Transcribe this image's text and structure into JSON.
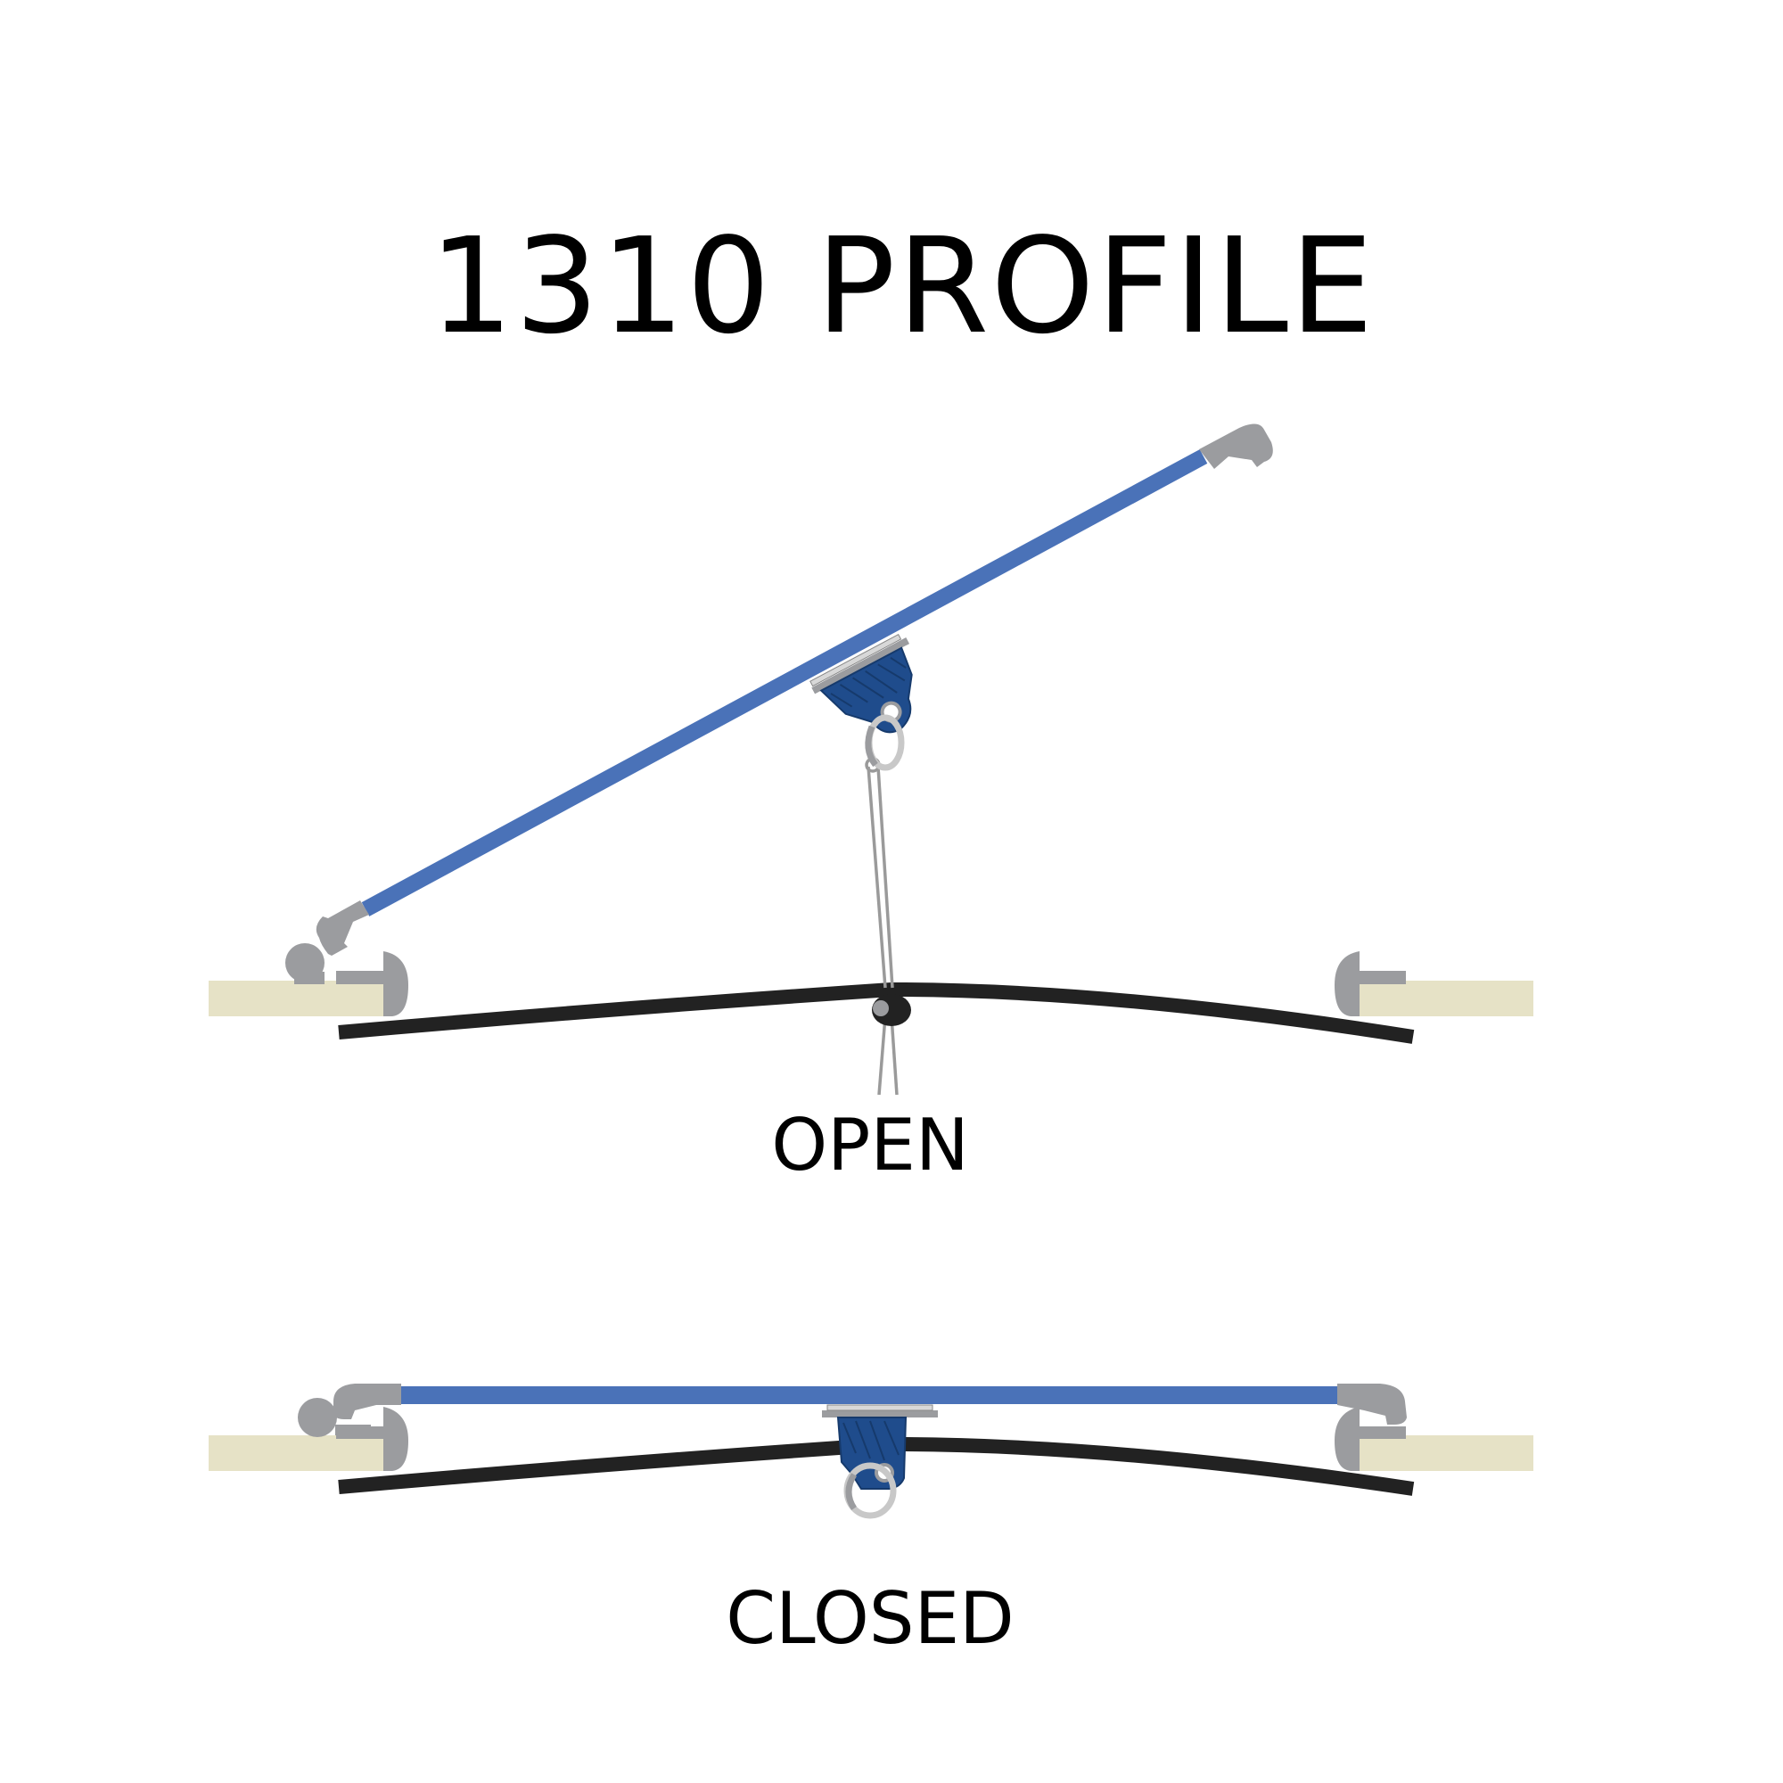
{
  "title": "1310 PROFILE",
  "states": {
    "open": {
      "label": "OPEN"
    },
    "closed": {
      "label": "CLOSED"
    }
  },
  "colors": {
    "background": "#ffffff",
    "lid_blue": "#4a72b8",
    "hinge_gray": "#9b9c9f",
    "hinge_gray_light": "#b4b5b8",
    "frame_beige": "#e6e2c6",
    "roof_black": "#222222",
    "bracket_navy": "#1f4c8c",
    "cable_gray": "#9a9a9a",
    "text": "#000000"
  },
  "icons": {
    "hinge": "hinge-icon",
    "bracket": "mount-bracket-icon",
    "ring": "ring-icon",
    "cable": "cable-icon"
  }
}
